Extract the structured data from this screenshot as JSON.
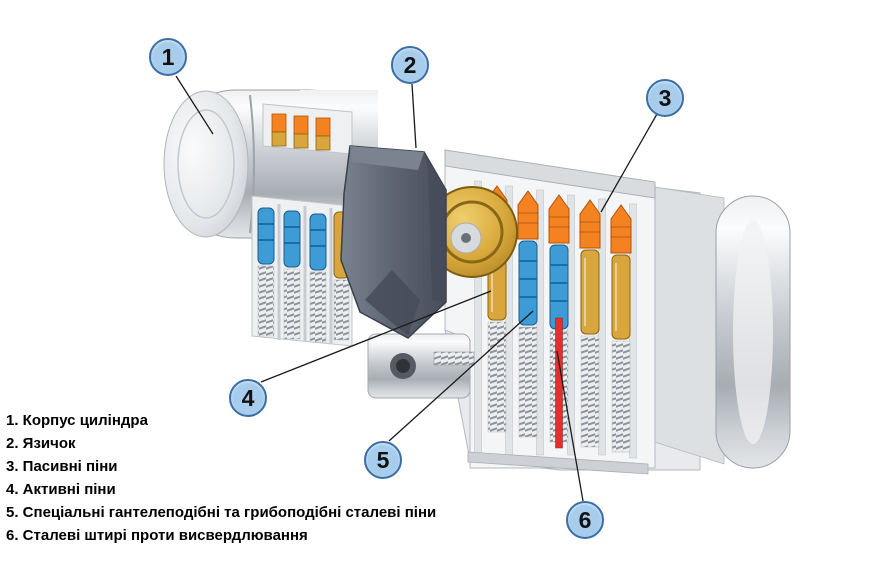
{
  "callouts": [
    "1",
    "2",
    "3",
    "4",
    "5",
    "6"
  ],
  "legend": {
    "items": [
      "1. Корпус циліндра",
      "2. Язичок",
      "3. Пасивні піни",
      "4. Активні піни",
      "5. Спеціальні гантелеподібні та грибоподібні сталеві піни",
      "6. Сталеві штирі проти висвердлювання"
    ]
  },
  "colors": {
    "callout_fill": "#a8cdec",
    "callout_border": "#3b6ea5",
    "callout_number": "#111111",
    "leader_line": "#1a1a1a",
    "orange_pin": "#f58220",
    "blue_pin": "#3d9bd6",
    "gold_pin": "#d8a63c",
    "red_pin": "#e03030",
    "cam_dark": "#59606e",
    "legend_text": "#000000"
  }
}
